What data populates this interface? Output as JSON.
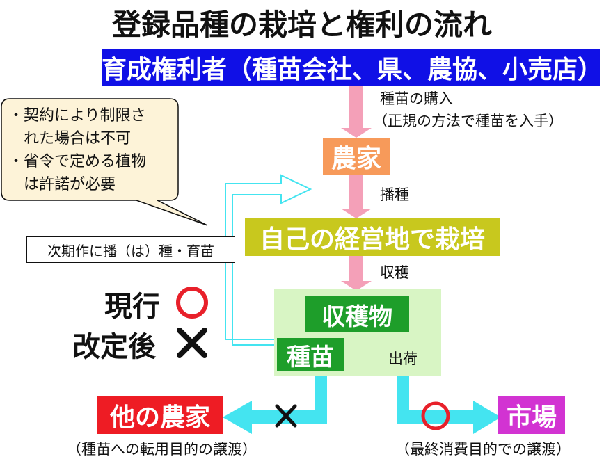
{
  "title": "登録品種の栽培と権利の流れ",
  "nodes": {
    "rights_holder": "育成権利者（種苗会社、県、農協、小売店）",
    "farmer": "農家",
    "cultivate": "自己の経営地で栽培",
    "harvest": "収穫物",
    "seedling": "種苗",
    "other_farmer": "他の農家",
    "market": "市場"
  },
  "edge_labels": {
    "purchase": "種苗の購入",
    "purchase_note": "（正規の方法で種苗を入手）",
    "sowing": "播種",
    "harvesting": "収穫",
    "shipping": "出荷",
    "next_crop": "次期作に播（は）種・育苗",
    "transfer_other": "（種苗への転用目的の譲渡）",
    "transfer_market": "（最終消費目的での譲渡）"
  },
  "callout": {
    "lines": [
      "・契約により制限さ",
      "　れた場合は不可",
      "・省令で定める植物",
      "　は許諾が必要"
    ]
  },
  "status": {
    "current_label": "現行",
    "current_mark": "○",
    "revised_label": "改定後",
    "revised_mark": "×"
  },
  "colors": {
    "rights_holder": "#1010e6",
    "farmer": "#f79a5a",
    "cultivate": "#c8c81e",
    "harvest_bg": "#d8f5c4",
    "harvest_box": "#1e9e2a",
    "other_farmer": "#ee1c24",
    "market": "#d233d2",
    "pink_arrow": "#f4a0b8",
    "cyan_arrow": "#44e4f0",
    "red_circle": "#e8202a"
  }
}
